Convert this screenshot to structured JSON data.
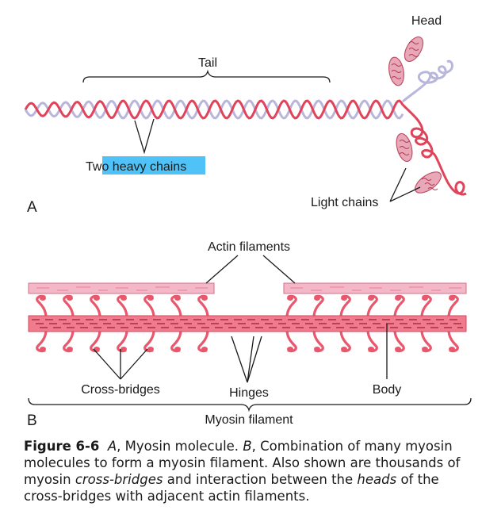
{
  "colors": {
    "heavy_chain_red": "#e0435a",
    "heavy_chain_lavender": "#b9b6dc",
    "head_fill": "#e8a8b8",
    "actin_fill": "#f4b7c7",
    "myosin_fill": "#f07b8c",
    "highlight": "#4fc3f7"
  },
  "panel_a": {
    "label": "A",
    "tail_label": "Tail",
    "head_label": "Head",
    "heavy_chains_label_prefix": "Tw",
    "heavy_chains_label_highlight": "o heavy chains",
    "light_chains_label": "Light chains"
  },
  "panel_b": {
    "label": "B",
    "actin_label": "Actin filaments",
    "cross_bridges_label": "Cross-bridges",
    "hinges_label": "Hinges",
    "body_label": "Body",
    "myosin_label": "Myosin filament"
  },
  "caption": {
    "fig_label": "Figure 6-6",
    "seg1_italic": "A",
    "seg2": ", Myosin molecule. ",
    "seg3_italic": "B",
    "seg4": ", Combination of many myosin molecules to form a myosin filament. Also shown are thousands of myosin ",
    "seg5_italic": "cross-bridges",
    "seg6": " and interaction between the ",
    "seg7_italic": "heads",
    "seg8": " of the cross-bridges with adjacent actin filaments."
  }
}
